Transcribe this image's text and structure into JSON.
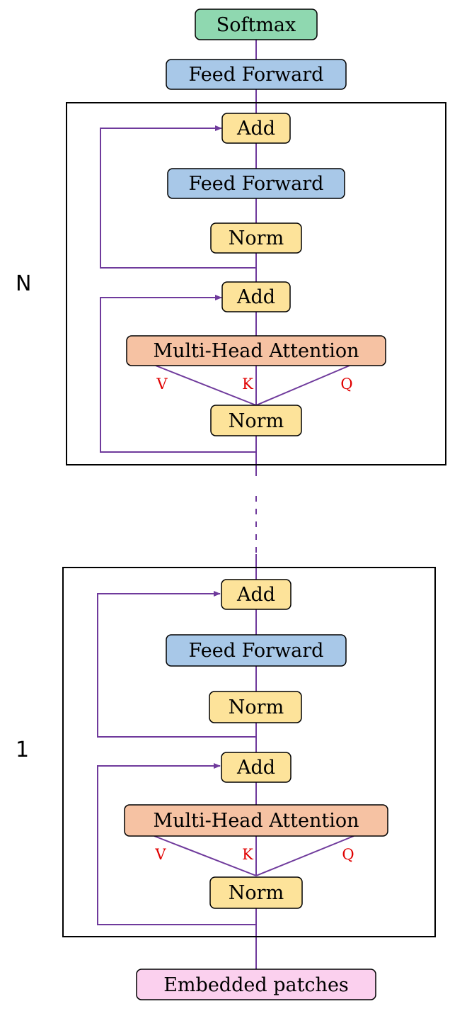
{
  "colors": {
    "softmax": "#8fd8b0",
    "feed_forward": "#a8c8e8",
    "add_norm": "#fde39a",
    "attention": "#f6c2a3",
    "embedded": "#fbd0ee",
    "wire": "#6f3a9c",
    "qkv": "#e00000"
  },
  "top": {
    "softmax": "Softmax",
    "feed_forward": "Feed Forward"
  },
  "block_n": {
    "label": "N",
    "add_top": "Add",
    "feed_forward": "Feed Forward",
    "norm_top": "Norm",
    "add_bottom": "Add",
    "attention": "Multi-Head Attention",
    "v": "V",
    "k": "K",
    "q": "Q",
    "norm_bottom": "Norm"
  },
  "block_1": {
    "label": "1",
    "add_top": "Add",
    "feed_forward": "Feed Forward",
    "norm_top": "Norm",
    "add_bottom": "Add",
    "attention": "Multi-Head Attention",
    "v": "V",
    "k": "K",
    "q": "Q",
    "norm_bottom": "Norm"
  },
  "input": {
    "embedded": "Embedded patches"
  }
}
